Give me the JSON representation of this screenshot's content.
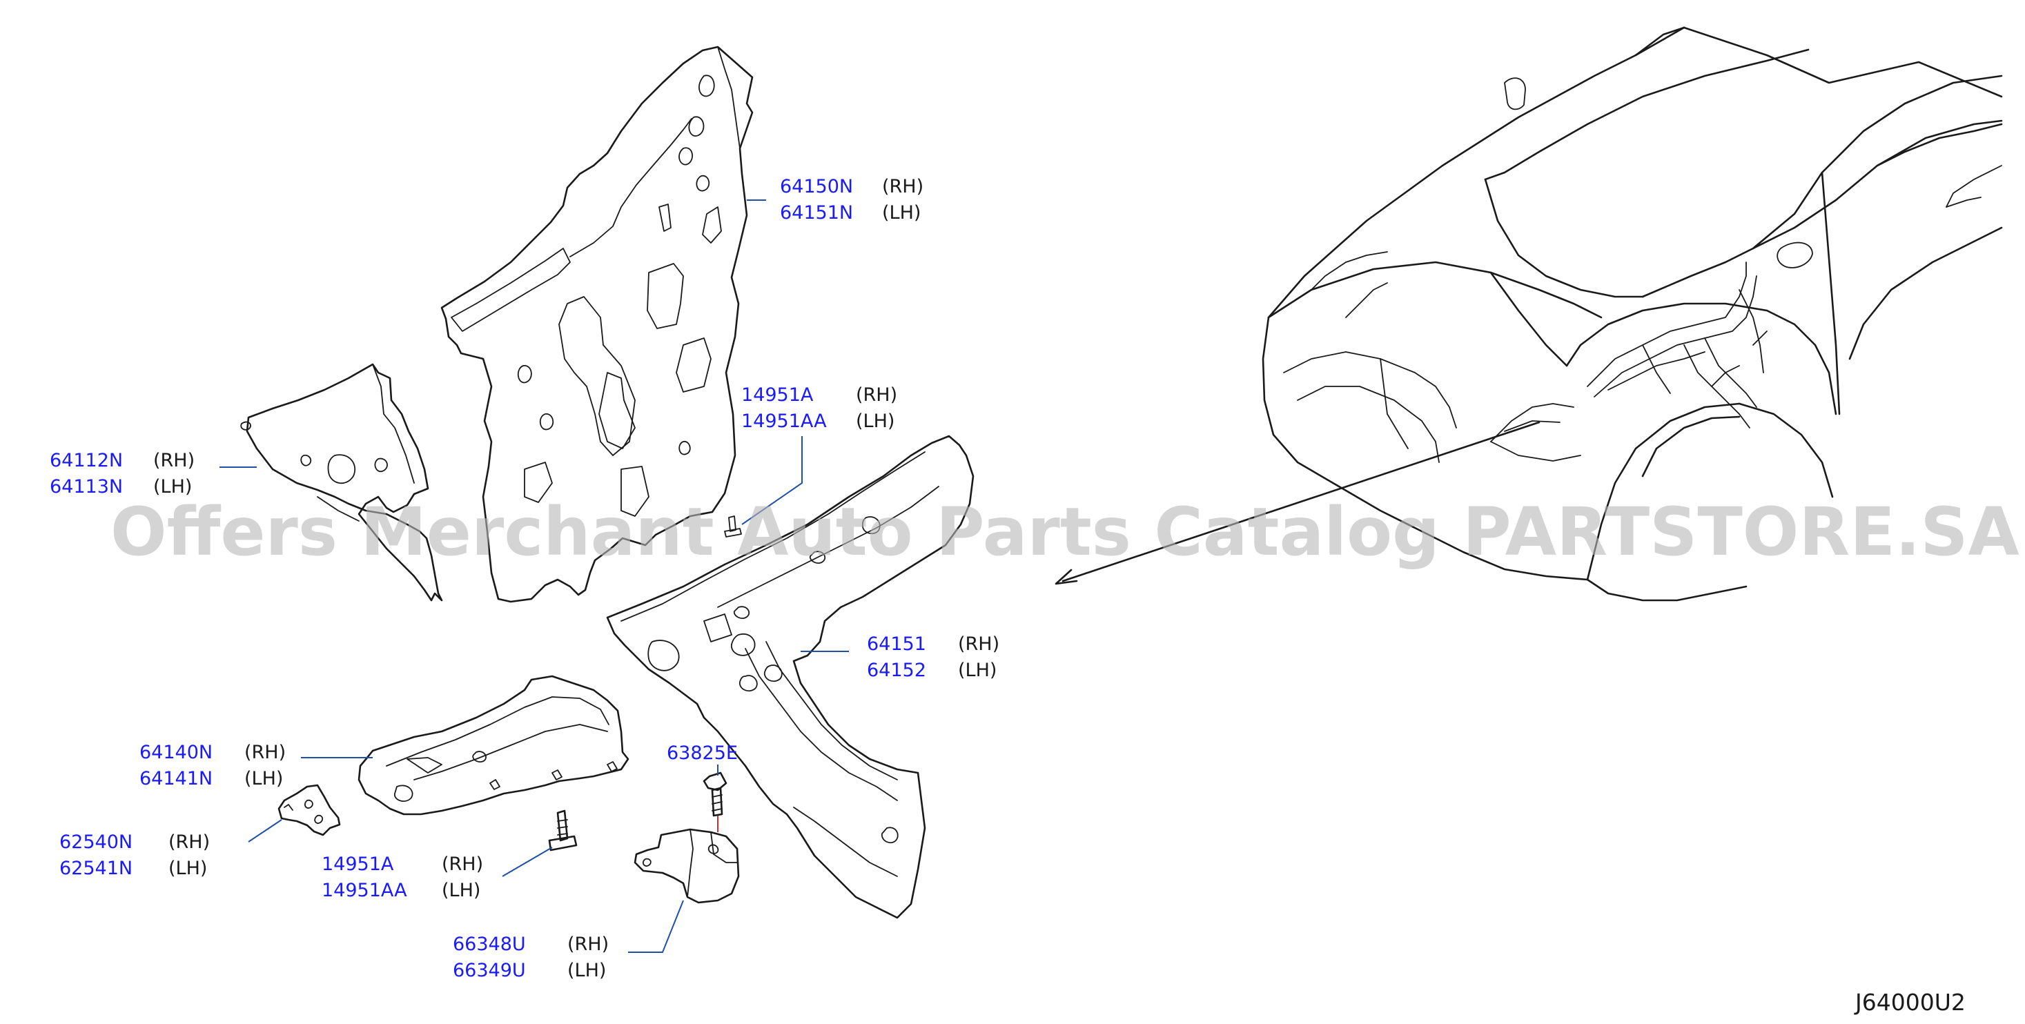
{
  "watermark": "Offers Merchant Auto Parts Catalog PARTSTORE.SA",
  "diagram_id": "J64000U2",
  "callouts": [
    {
      "part": "64150N",
      "side": "(RH)"
    },
    {
      "part": "64151N",
      "side": "(LH)"
    },
    {
      "part": "14951A",
      "side": "(RH)"
    },
    {
      "part": "14951AA",
      "side": "(LH)"
    },
    {
      "part": "64112N",
      "side": "(RH)"
    },
    {
      "part": "64113N",
      "side": "(LH)"
    },
    {
      "part": "64151",
      "side": "(RH)"
    },
    {
      "part": "64152",
      "side": "(LH)"
    },
    {
      "part": "64140N",
      "side": "(RH)"
    },
    {
      "part": "64141N",
      "side": "(LH)"
    },
    {
      "part": "63825E",
      "side": ""
    },
    {
      "part": "62540N",
      "side": "(RH)"
    },
    {
      "part": "62541N",
      "side": "(LH)"
    },
    {
      "part": "14951A",
      "side": "(RH)"
    },
    {
      "part": "14951AA",
      "side": "(LH)"
    },
    {
      "part": "66348U",
      "side": "(RH)"
    },
    {
      "part": "66349U",
      "side": "(LH)"
    }
  ]
}
